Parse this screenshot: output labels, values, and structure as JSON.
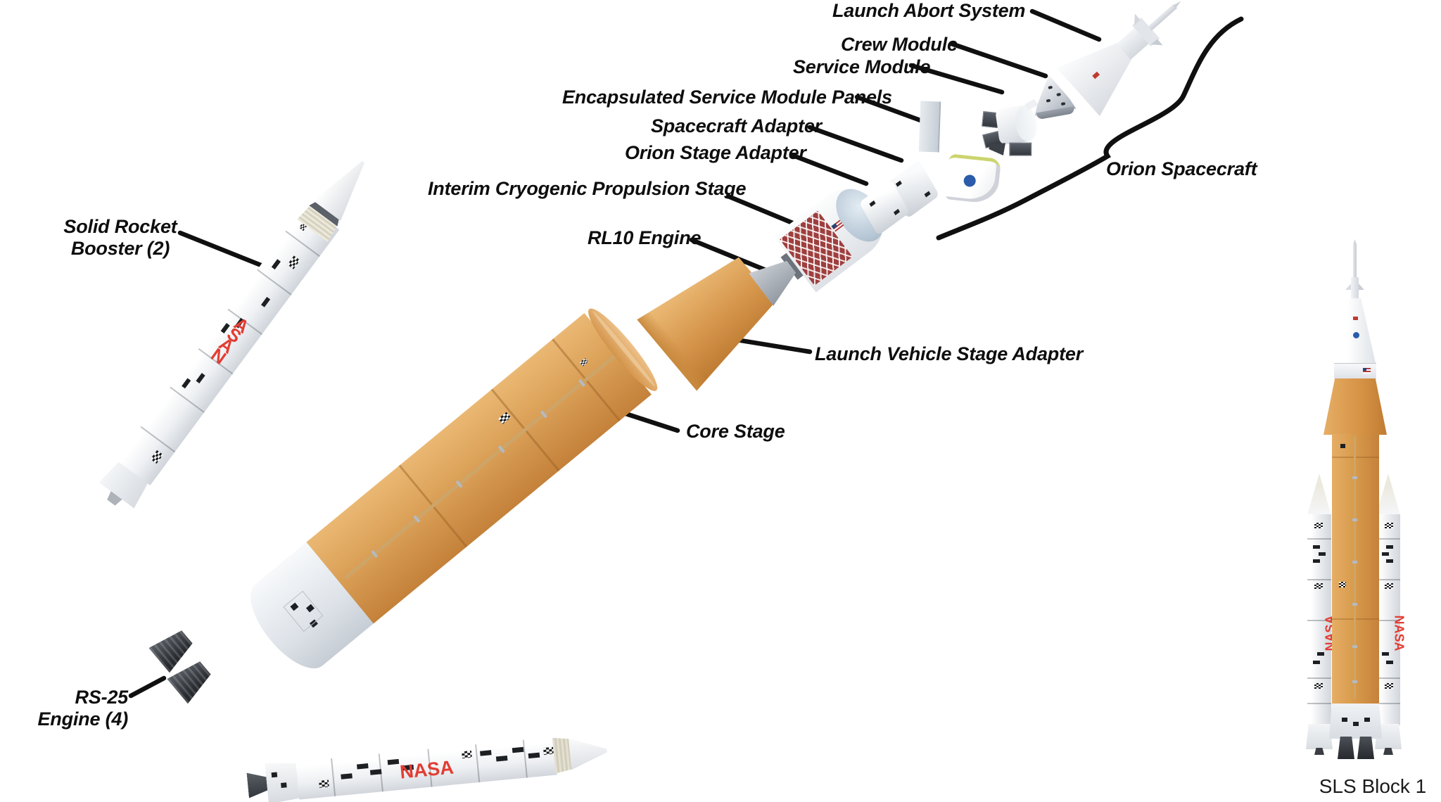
{
  "diagram": {
    "description": "Exploded view diagram of the NASA Space Launch System (SLS) Block 1 rocket with labeled components",
    "caption": "SLS Block 1",
    "background": "#ffffff"
  },
  "labels": {
    "launch_abort_system": "Launch Abort System",
    "crew_module": "Crew Module",
    "service_module": "Service Module",
    "encapsulated_service_module_panels": "Encapsulated Service Module Panels",
    "spacecraft_adapter": "Spacecraft Adapter",
    "orion_stage_adapter": "Orion Stage Adapter",
    "interim_cryogenic_propulsion_stage": "Interim Cryogenic Propulsion Stage",
    "rl10_engine": "RL10 Engine",
    "orion_spacecraft": "Orion Spacecraft",
    "solid_rocket_booster": {
      "line1": "Solid Rocket",
      "line2": "Booster (2)"
    },
    "launch_vehicle_stage_adapter": "Launch Vehicle Stage Adapter",
    "core_stage": "Core Stage",
    "rs25_engine": {
      "line1": "RS-25",
      "line2": "Engine (4)"
    },
    "sls_block_1": "SLS Block 1"
  },
  "branding": {
    "nasa_worm": "NASA"
  },
  "colors": {
    "label_text": "#0e0e0e",
    "leader_line": "#101010",
    "core_stage_orange": "#d6954a",
    "booster_white": "#eef0f3",
    "nasa_worm_red": "#e23d33",
    "nasa_meatball_blue": "#2a5caa",
    "engine_nozzle_dark": "#2b2e33",
    "rl10_gray": "#9aa1aa",
    "icps_tank_red": "#9e3e3e"
  }
}
